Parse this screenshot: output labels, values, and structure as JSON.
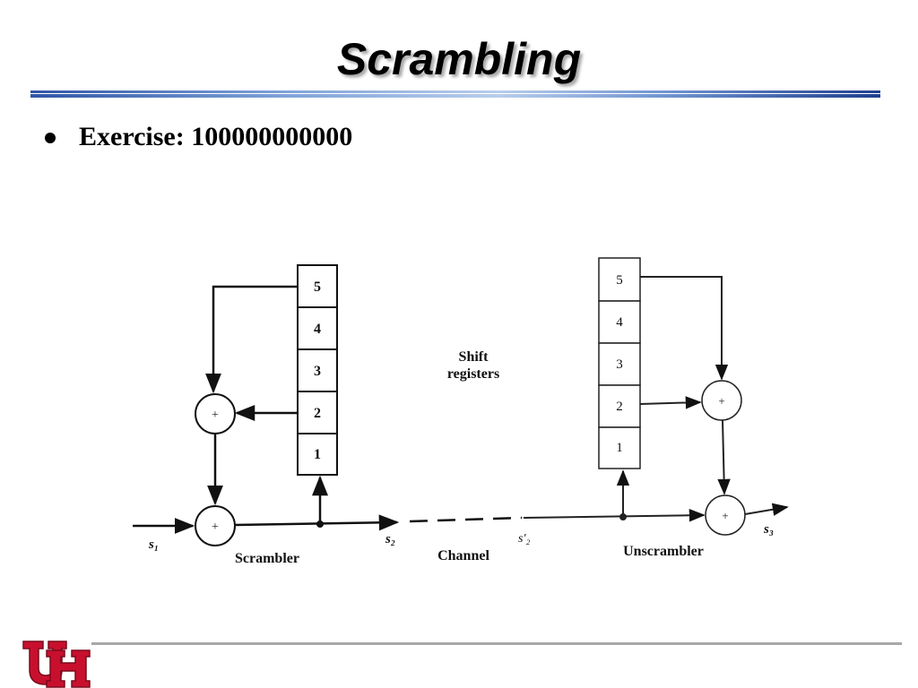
{
  "slide": {
    "title": "Scrambling",
    "bullet": "Exercise: 100000000000"
  },
  "diagram": {
    "registers_label_line1": "Shift",
    "registers_label_line2": "registers",
    "scrambler": {
      "cells": [
        "5",
        "4",
        "3",
        "2",
        "1"
      ],
      "adder_symbol": "+",
      "input_label": "s₁",
      "output_label": "s₂",
      "caption": "Scrambler"
    },
    "channel": {
      "caption": "Channel",
      "received_label": "s′₂"
    },
    "unscrambler": {
      "cells": [
        "5",
        "4",
        "3",
        "2",
        "1"
      ],
      "adder_symbol": "+",
      "output_label": "s₃",
      "caption": "Unscrambler"
    }
  },
  "colors": {
    "title_rule": "#2f56a6",
    "logo_red": "#c8102e",
    "footer_rule": "#a8a8a8"
  }
}
